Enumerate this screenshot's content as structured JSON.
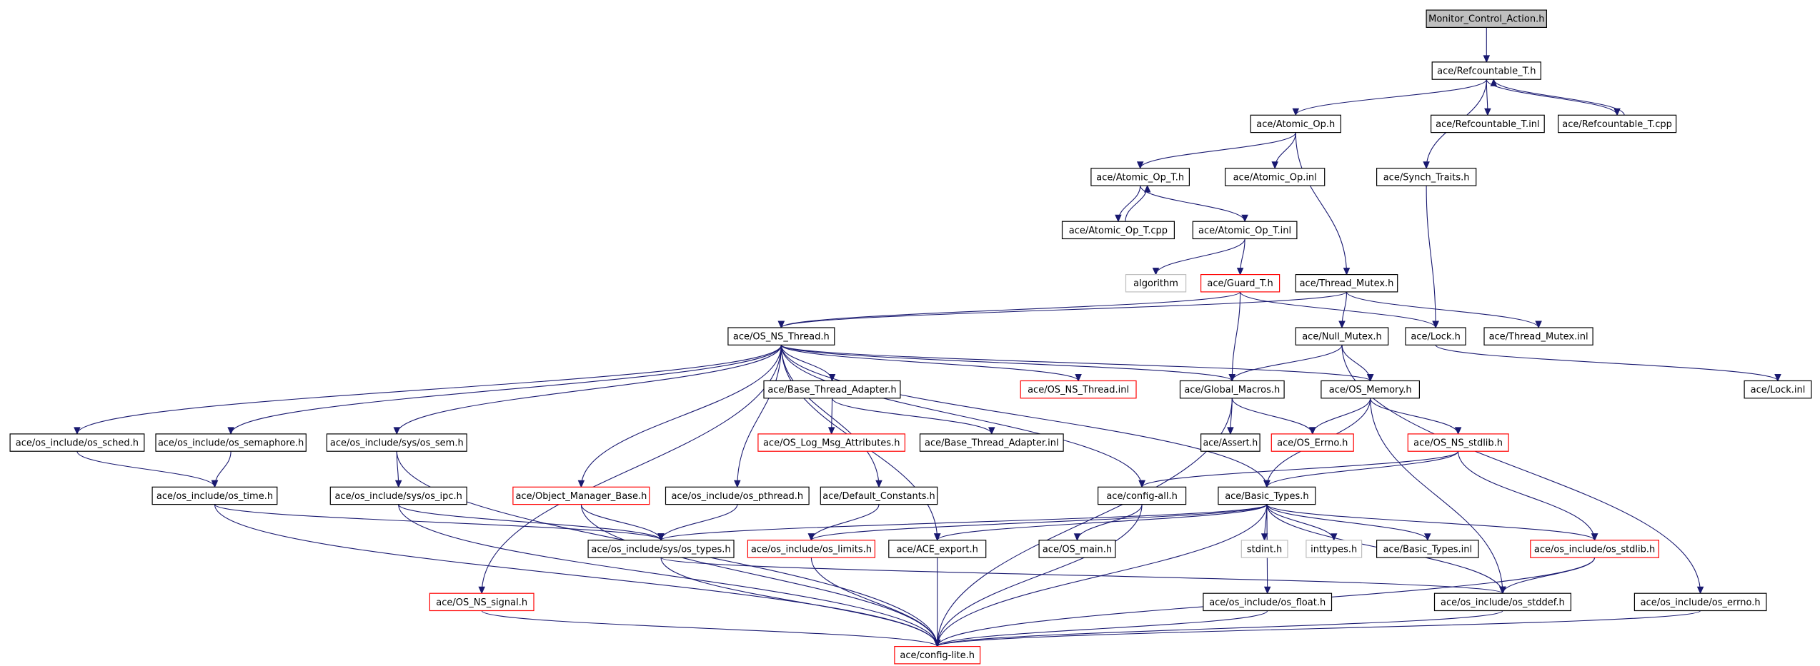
{
  "colors": {
    "edge": "#191970",
    "border_normal": "#000000",
    "border_truncated": "#ff0000",
    "border_external": "#bfbfbf",
    "root_fill": "#bfbfbf",
    "fill": "#ffffff"
  },
  "nodes": [
    {
      "id": "root",
      "label": "Monitor_Control_Action.h",
      "style": "root"
    },
    {
      "id": "refT",
      "label": "ace/Refcountable_T.h",
      "style": "normal"
    },
    {
      "id": "atomic",
      "label": "ace/Atomic_Op.h",
      "style": "normal"
    },
    {
      "id": "refTinl",
      "label": "ace/Refcountable_T.inl",
      "style": "normal"
    },
    {
      "id": "refTcpp",
      "label": "ace/Refcountable_T.cpp",
      "style": "normal"
    },
    {
      "id": "atomicOpT",
      "label": "ace/Atomic_Op_T.h",
      "style": "normal"
    },
    {
      "id": "atomicinl",
      "label": "ace/Atomic_Op.inl",
      "style": "normal"
    },
    {
      "id": "synch",
      "label": "ace/Synch_Traits.h",
      "style": "normal"
    },
    {
      "id": "atomicTcpp",
      "label": "ace/Atomic_Op_T.cpp",
      "style": "normal"
    },
    {
      "id": "atomicTinl",
      "label": "ace/Atomic_Op_T.inl",
      "style": "normal"
    },
    {
      "id": "algorithm",
      "label": "algorithm",
      "style": "external"
    },
    {
      "id": "guard",
      "label": "ace/Guard_T.h",
      "style": "truncated"
    },
    {
      "id": "threadMutex",
      "label": "ace/Thread_Mutex.h",
      "style": "normal"
    },
    {
      "id": "osnsThread",
      "label": "ace/OS_NS_Thread.h",
      "style": "normal"
    },
    {
      "id": "nullMutex",
      "label": "ace/Null_Mutex.h",
      "style": "normal"
    },
    {
      "id": "lock",
      "label": "ace/Lock.h",
      "style": "normal"
    },
    {
      "id": "threadMutexInl",
      "label": "ace/Thread_Mutex.inl",
      "style": "normal"
    },
    {
      "id": "baseThreadAdapter",
      "label": "ace/Base_Thread_Adapter.h",
      "style": "normal"
    },
    {
      "id": "osnsThreadInl",
      "label": "ace/OS_NS_Thread.inl",
      "style": "truncated"
    },
    {
      "id": "globalMacros",
      "label": "ace/Global_Macros.h",
      "style": "normal"
    },
    {
      "id": "osMemory",
      "label": "ace/OS_Memory.h",
      "style": "normal"
    },
    {
      "id": "lockInl",
      "label": "ace/Lock.inl",
      "style": "normal"
    },
    {
      "id": "osSched",
      "label": "ace/os_include/os_sched.h",
      "style": "normal"
    },
    {
      "id": "osSemaphore",
      "label": "ace/os_include/os_semaphore.h",
      "style": "normal"
    },
    {
      "id": "osSysSem",
      "label": "ace/os_include/sys/os_sem.h",
      "style": "normal"
    },
    {
      "id": "osLogMsg",
      "label": "ace/OS_Log_Msg_Attributes.h",
      "style": "truncated"
    },
    {
      "id": "baseThreadAdapterInl",
      "label": "ace/Base_Thread_Adapter.inl",
      "style": "normal"
    },
    {
      "id": "assert",
      "label": "ace/Assert.h",
      "style": "normal"
    },
    {
      "id": "osErrno",
      "label": "ace/OS_Errno.h",
      "style": "truncated"
    },
    {
      "id": "osnsStdlib",
      "label": "ace/OS_NS_stdlib.h",
      "style": "truncated"
    },
    {
      "id": "osTime",
      "label": "ace/os_include/os_time.h",
      "style": "normal"
    },
    {
      "id": "osSysIpc",
      "label": "ace/os_include/sys/os_ipc.h",
      "style": "normal"
    },
    {
      "id": "objMgrBase",
      "label": "ace/Object_Manager_Base.h",
      "style": "truncated"
    },
    {
      "id": "osPthread",
      "label": "ace/os_include/os_pthread.h",
      "style": "normal"
    },
    {
      "id": "defaultConstants",
      "label": "ace/Default_Constants.h",
      "style": "normal"
    },
    {
      "id": "configAll",
      "label": "ace/config-all.h",
      "style": "normal"
    },
    {
      "id": "basicTypes",
      "label": "ace/Basic_Types.h",
      "style": "normal"
    },
    {
      "id": "osSysTypes",
      "label": "ace/os_include/sys/os_types.h",
      "style": "normal"
    },
    {
      "id": "osLimits",
      "label": "ace/os_include/os_limits.h",
      "style": "truncated"
    },
    {
      "id": "aceExport",
      "label": "ace/ACE_export.h",
      "style": "normal"
    },
    {
      "id": "osMain",
      "label": "ace/OS_main.h",
      "style": "normal"
    },
    {
      "id": "stdint",
      "label": "stdint.h",
      "style": "external"
    },
    {
      "id": "inttypes",
      "label": "inttypes.h",
      "style": "external"
    },
    {
      "id": "basicTypesInl",
      "label": "ace/Basic_Types.inl",
      "style": "normal"
    },
    {
      "id": "osStdlib",
      "label": "ace/os_include/os_stdlib.h",
      "style": "truncated"
    },
    {
      "id": "osnsSignal",
      "label": "ace/OS_NS_signal.h",
      "style": "truncated"
    },
    {
      "id": "osFloat",
      "label": "ace/os_include/os_float.h",
      "style": "normal"
    },
    {
      "id": "osStddef",
      "label": "ace/os_include/os_stddef.h",
      "style": "normal"
    },
    {
      "id": "osErrnoInc",
      "label": "ace/os_include/os_errno.h",
      "style": "normal"
    },
    {
      "id": "configLite",
      "label": "ace/config-lite.h",
      "style": "truncated"
    }
  ],
  "edges": [
    [
      "root",
      "refT"
    ],
    [
      "refT",
      "atomic"
    ],
    [
      "refT",
      "refTinl"
    ],
    [
      "refT",
      "refTcpp"
    ],
    [
      "refT",
      "synch"
    ],
    [
      "refTcpp",
      "refT"
    ],
    [
      "atomic",
      "atomicOpT"
    ],
    [
      "atomic",
      "atomicinl"
    ],
    [
      "atomic",
      "threadMutex"
    ],
    [
      "atomicOpT",
      "atomicTcpp"
    ],
    [
      "atomicOpT",
      "atomicTinl"
    ],
    [
      "atomicTcpp",
      "atomicOpT"
    ],
    [
      "atomicTinl",
      "algorithm"
    ],
    [
      "atomicTinl",
      "guard"
    ],
    [
      "synch",
      "lock"
    ],
    [
      "guard",
      "osnsThread"
    ],
    [
      "guard",
      "globalMacros"
    ],
    [
      "guard",
      "lock"
    ],
    [
      "threadMutex",
      "osnsThread"
    ],
    [
      "threadMutex",
      "nullMutex"
    ],
    [
      "threadMutex",
      "threadMutexInl"
    ],
    [
      "nullMutex",
      "globalMacros"
    ],
    [
      "nullMutex",
      "osMemory"
    ],
    [
      "nullMutex",
      "osErrnoInc"
    ],
    [
      "lock",
      "lockInl"
    ],
    [
      "osnsThread",
      "osSched"
    ],
    [
      "osnsThread",
      "osSemaphore"
    ],
    [
      "osnsThread",
      "osSysSem"
    ],
    [
      "osnsThread",
      "osnsSignal"
    ],
    [
      "osnsThread",
      "objMgrBase"
    ],
    [
      "osnsThread",
      "osPthread"
    ],
    [
      "osnsThread",
      "defaultConstants"
    ],
    [
      "osnsThread",
      "aceExport"
    ],
    [
      "osnsThread",
      "baseThreadAdapter"
    ],
    [
      "osnsThread",
      "osnsThreadInl"
    ],
    [
      "osnsThread",
      "globalMacros"
    ],
    [
      "osnsThread",
      "osMemory"
    ],
    [
      "osnsThread",
      "configAll"
    ],
    [
      "osnsThread",
      "basicTypes"
    ],
    [
      "baseThreadAdapter",
      "osLogMsg"
    ],
    [
      "baseThreadAdapter",
      "baseThreadAdapterInl"
    ],
    [
      "globalMacros",
      "assert"
    ],
    [
      "globalMacros",
      "osErrno"
    ],
    [
      "globalMacros",
      "configLite"
    ],
    [
      "osMemory",
      "osErrno"
    ],
    [
      "osMemory",
      "osnsStdlib"
    ],
    [
      "osMemory",
      "basicTypes"
    ],
    [
      "osMemory",
      "osStddef"
    ],
    [
      "osnsStdlib",
      "configAll"
    ],
    [
      "osnsStdlib",
      "basicTypes"
    ],
    [
      "osnsStdlib",
      "osStdlib"
    ],
    [
      "osSched",
      "osTime"
    ],
    [
      "osSemaphore",
      "osTime"
    ],
    [
      "osSysSem",
      "osSysIpc"
    ],
    [
      "osSysSem",
      "configLite"
    ],
    [
      "osTime",
      "osSysTypes"
    ],
    [
      "osTime",
      "configLite"
    ],
    [
      "osSysIpc",
      "osSysTypes"
    ],
    [
      "osSysIpc",
      "configLite"
    ],
    [
      "objMgrBase",
      "osSysTypes"
    ],
    [
      "objMgrBase",
      "configLite"
    ],
    [
      "osPthread",
      "osSysTypes"
    ],
    [
      "defaultConstants",
      "osLimits"
    ],
    [
      "configAll",
      "osMain"
    ],
    [
      "configAll",
      "configLite"
    ],
    [
      "basicTypes",
      "osSysTypes"
    ],
    [
      "basicTypes",
      "osLimits"
    ],
    [
      "basicTypes",
      "aceExport"
    ],
    [
      "basicTypes",
      "stdint"
    ],
    [
      "basicTypes",
      "inttypes"
    ],
    [
      "basicTypes",
      "basicTypesInl"
    ],
    [
      "basicTypes",
      "osStdlib"
    ],
    [
      "basicTypes",
      "osFloat"
    ],
    [
      "basicTypes",
      "osStddef"
    ],
    [
      "basicTypes",
      "configLite"
    ],
    [
      "osSysTypes",
      "osStddef"
    ],
    [
      "osSysTypes",
      "configLite"
    ],
    [
      "osLimits",
      "configLite"
    ],
    [
      "aceExport",
      "configLite"
    ],
    [
      "osStdlib",
      "osStddef"
    ],
    [
      "osStdlib",
      "configLite"
    ],
    [
      "osnsSignal",
      "configLite"
    ],
    [
      "osFloat",
      "configLite"
    ],
    [
      "osStddef",
      "configLite"
    ],
    [
      "osErrnoInc",
      "configLite"
    ]
  ]
}
